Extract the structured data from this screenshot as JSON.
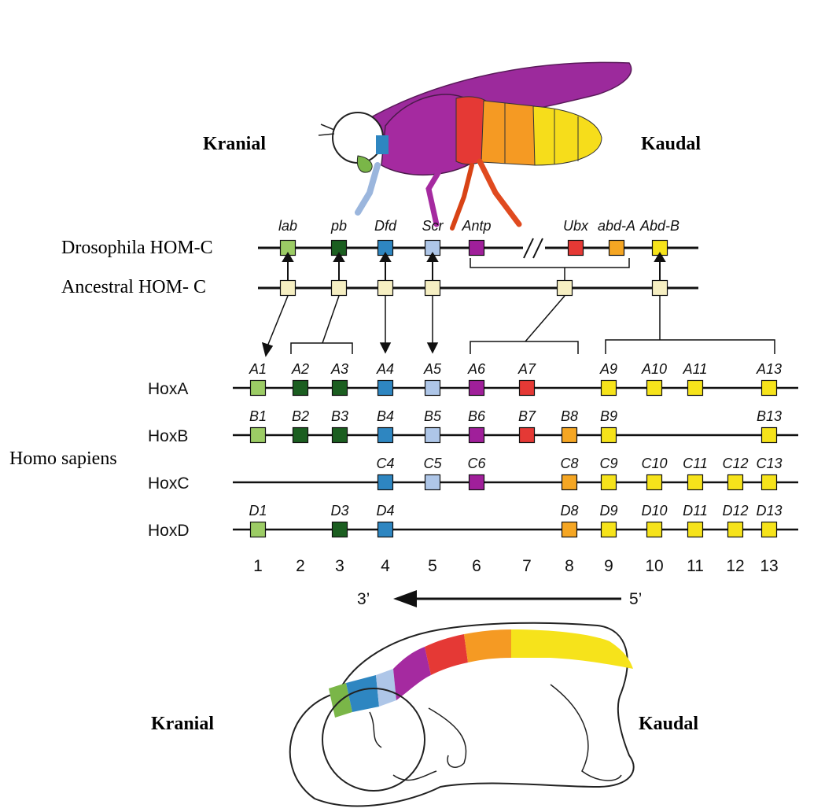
{
  "labels": {
    "kranial_top": "Kranial",
    "kaudal_top": "Kaudal",
    "kranial_bottom": "Kranial",
    "kaudal_bottom": "Kaudal",
    "drosophila": "Drosophila HOM-C",
    "ancestral": "Ancestral HOM- C",
    "homo_sapiens": "Homo sapiens",
    "arrow_left": "3’",
    "arrow_right": "5’"
  },
  "colors": {
    "lab": "#9ccc65",
    "pb": "#1b5e20",
    "Dfd": "#2e86c1",
    "Scr": "#aec6e8",
    "Antp": "#a01f9a",
    "Ubx": "#e53935",
    "abdA": "#f5a623",
    "AbdB": "#f6e31b",
    "ancestral": "#f6efc2",
    "line": "#111111"
  },
  "drosophila_genes": [
    {
      "name": "lab",
      "color": "lab"
    },
    {
      "name": "pb",
      "color": "pb"
    },
    {
      "name": "Dfd",
      "color": "Dfd"
    },
    {
      "name": "Scr",
      "color": "Scr"
    },
    {
      "name": "Antp",
      "color": "Antp"
    },
    {
      "name": "Ubx",
      "color": "Ubx"
    },
    {
      "name": "abd-A",
      "color": "abdA"
    },
    {
      "name": "Abd-B",
      "color": "AbdB"
    }
  ],
  "paralog_groups": [
    "1",
    "2",
    "3",
    "4",
    "5",
    "6",
    "7",
    "8",
    "9",
    "10",
    "11",
    "12",
    "13"
  ],
  "clusters": [
    {
      "name": "HoxA",
      "genes": [
        {
          "label": "A1",
          "group": 1,
          "color": "lab"
        },
        {
          "label": "A2",
          "group": 2,
          "color": "pb"
        },
        {
          "label": "A3",
          "group": 3,
          "color": "pb"
        },
        {
          "label": "A4",
          "group": 4,
          "color": "Dfd"
        },
        {
          "label": "A5",
          "group": 5,
          "color": "Scr"
        },
        {
          "label": "A6",
          "group": 6,
          "color": "Antp"
        },
        {
          "label": "A7",
          "group": 7,
          "color": "Ubx"
        },
        {
          "label": "A9",
          "group": 9,
          "color": "AbdB"
        },
        {
          "label": "A10",
          "group": 10,
          "color": "AbdB"
        },
        {
          "label": "A11",
          "group": 11,
          "color": "AbdB"
        },
        {
          "label": "A13",
          "group": 13,
          "color": "AbdB"
        }
      ]
    },
    {
      "name": "HoxB",
      "genes": [
        {
          "label": "B1",
          "group": 1,
          "color": "lab"
        },
        {
          "label": "B2",
          "group": 2,
          "color": "pb"
        },
        {
          "label": "B3",
          "group": 3,
          "color": "pb"
        },
        {
          "label": "B4",
          "group": 4,
          "color": "Dfd"
        },
        {
          "label": "B5",
          "group": 5,
          "color": "Scr"
        },
        {
          "label": "B6",
          "group": 6,
          "color": "Antp"
        },
        {
          "label": "B7",
          "group": 7,
          "color": "Ubx"
        },
        {
          "label": "B8",
          "group": 8,
          "color": "abdA"
        },
        {
          "label": "B9",
          "group": 9,
          "color": "AbdB"
        },
        {
          "label": "B13",
          "group": 13,
          "color": "AbdB"
        }
      ]
    },
    {
      "name": "HoxC",
      "genes": [
        {
          "label": "C4",
          "group": 4,
          "color": "Dfd"
        },
        {
          "label": "C5",
          "group": 5,
          "color": "Scr"
        },
        {
          "label": "C6",
          "group": 6,
          "color": "Antp"
        },
        {
          "label": "C8",
          "group": 8,
          "color": "abdA"
        },
        {
          "label": "C9",
          "group": 9,
          "color": "AbdB"
        },
        {
          "label": "C10",
          "group": 10,
          "color": "AbdB"
        },
        {
          "label": "C11",
          "group": 11,
          "color": "AbdB"
        },
        {
          "label": "C12",
          "group": 12,
          "color": "AbdB"
        },
        {
          "label": "C13",
          "group": 13,
          "color": "AbdB"
        }
      ]
    },
    {
      "name": "HoxD",
      "genes": [
        {
          "label": "D1",
          "group": 1,
          "color": "lab"
        },
        {
          "label": "D3",
          "group": 3,
          "color": "pb"
        },
        {
          "label": "D4",
          "group": 4,
          "color": "Dfd"
        },
        {
          "label": "D8",
          "group": 8,
          "color": "abdA"
        },
        {
          "label": "D9",
          "group": 9,
          "color": "AbdB"
        },
        {
          "label": "D10",
          "group": 10,
          "color": "AbdB"
        },
        {
          "label": "D11",
          "group": 11,
          "color": "AbdB"
        },
        {
          "label": "D12",
          "group": 12,
          "color": "AbdB"
        },
        {
          "label": "D13",
          "group": 13,
          "color": "AbdB"
        }
      ]
    }
  ]
}
